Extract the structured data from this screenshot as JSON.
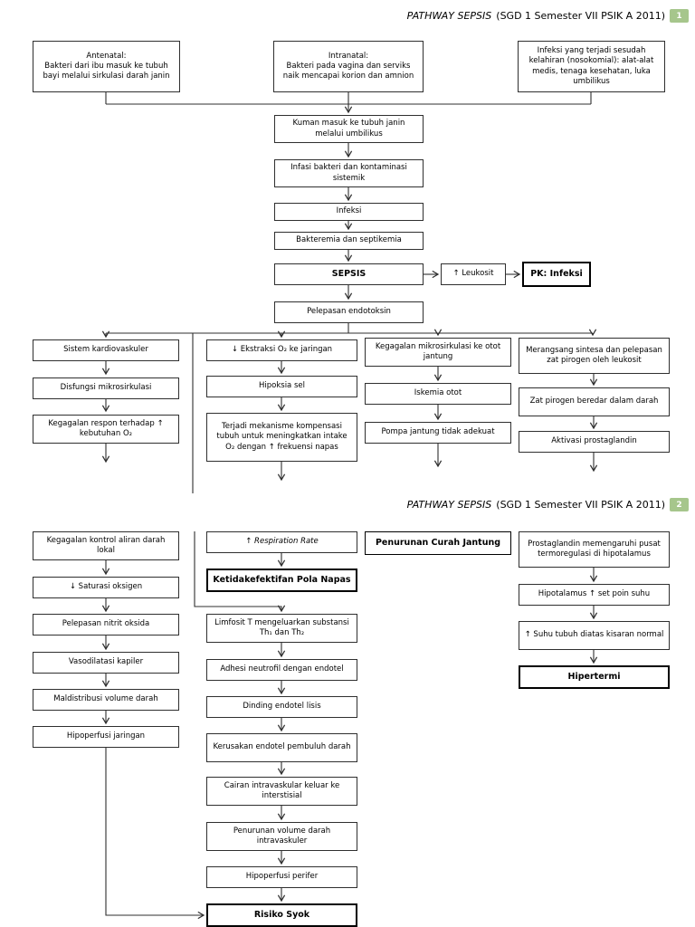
{
  "header": {
    "title": "PATHWAY SEPSIS",
    "subtitle": "(SGD 1 Semester VII PSIK A 2011)"
  },
  "colors": {
    "badge_green": "#a6c68c",
    "box_border": "#2f2f2f",
    "emphasis_border": "#000000"
  },
  "page1": {
    "badge": "1",
    "nodes": {
      "antenatal": "Antenatal:\nBakteri dari ibu masuk ke tubuh bayi melalui sirkulasi darah janin",
      "intranatal": "Intranatal:\nBakteri pada vagina dan serviks naik mencapai korion dan amnion",
      "nosokomial": "Infeksi yang terjadi sesudah kelahiran (nosokomial): alat-alat medis, tenaga kesehatan, luka umbilikus",
      "kuman_masuk": "Kuman masuk ke tubuh janin melalui umbilikus",
      "infasi_bakteri": "Infasi bakteri dan kontaminasi sistemik",
      "infeksi": "Infeksi",
      "bakteremia": "Bakteremia dan septikemia",
      "sepsis": "SEPSIS",
      "leukosit": "↑ Leukosit",
      "pk_infeksi": "PK: Infeksi",
      "pelepasan_endotoksin": "Pelepasan endotoksin",
      "sistem_kardiovaskuler": "Sistem kardiovaskuler",
      "disfungsi_mikrosirkulasi": "Disfungsi mikrosirkulasi",
      "kegagalan_respon": "Kegagalan respon terhadap ↑ kebutuhan O₂",
      "ekstraksi_o2": "↓ Ekstraksi O₂ ke jaringan",
      "hipoksia_sel": "Hipoksia sel",
      "mekanisme_kompensasi": "Terjadi mekanisme kompensasi tubuh untuk meningkatkan intake O₂ dengan ↑ frekuensi napas",
      "kegagalan_mikrosirkulasi": "Kegagalan mikrosirkulasi ke otot jantung",
      "iskemia_otot": "Iskemia otot",
      "pompa_jantung": "Pompa jantung tidak adekuat",
      "merangsang_sintesa": "Merangsang sintesa dan pelepasan zat pirogen oleh leukosit",
      "zat_pirogen": "Zat pirogen beredar dalam darah",
      "aktivasi_prostaglandin": "Aktivasi prostaglandin"
    }
  },
  "page2": {
    "badge": "2",
    "nodes": {
      "kegagalan_kontrol": "Kegagalan kontrol aliran darah lokal",
      "saturasi_oksigen": "↓ Saturasi oksigen",
      "pelepasan_nitrit": "Pelepasan nitrit oksida",
      "vasodilatasi_kapiler": "Vasodilatasi kapiler",
      "maldistribusi": "Maldistribusi volume darah",
      "hipoperfusi_jaringan": "Hipoperfusi jaringan",
      "respiration_rate": "↑ Respiration Rate",
      "ketidakefektifan_pola_napas": "Ketidakefektifan Pola Napas",
      "limfosit": "Limfosit T mengeluarkan substansi Th₁ dan Th₂",
      "adhesi_neutrofil": "Adhesi neutrofil dengan endotel",
      "dinding_endotel": "Dinding endotel lisis",
      "kerusakan_endotel": "Kerusakan endotel pembuluh darah",
      "cairan_intravaskular": "Cairan intravaskular keluar ke interstisial",
      "penurunan_volume": "Penurunan volume darah intravaskuler",
      "hipoperfusi_perifer": "Hipoperfusi perifer",
      "risiko_syok": "Risiko Syok",
      "penurunan_curah_jantung": "Penurunan Curah Jantung",
      "prostaglandin_termoregulasi": "Prostaglandin memengaruhi pusat termoregulasi di hipotalamus",
      "hipotalamus_set_poin": "Hipotalamus ↑ set poin suhu",
      "suhu_tubuh": "↑ Suhu tubuh diatas kisaran normal",
      "hipertermi": "Hipertermi"
    }
  }
}
